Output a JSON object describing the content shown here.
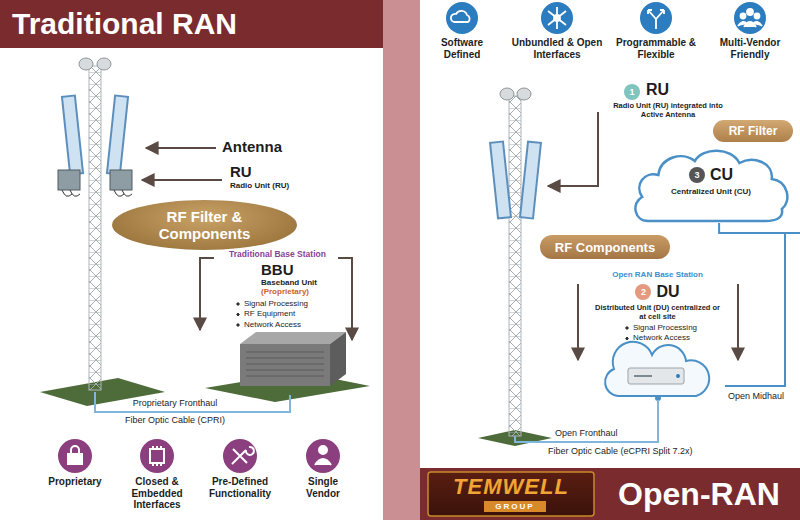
{
  "diagram": {
    "nodes": [
      {
        "text": [
          "Traditional RAN"
        ]
      },
      {
        "text": [
          "RF Filter & Components"
        ]
      },
      {
        "text": [
          "Traditional Base Station",
          "BBU",
          "Baseband Unit",
          "(Proprietary)",
          "Signal Processing",
          "RF Equipment",
          "Network Access"
        ]
      },
      {
        "text": [
          "RF Filter"
        ]
      },
      {
        "text": [
          "3",
          "CU",
          "Centralized Unit (CU)"
        ]
      },
      {
        "text": [
          "RF Components"
        ]
      },
      {
        "text": [
          "Open RAN Base Station",
          "2",
          "DU",
          "Distributed Unit (DU) centralized or at cell site",
          "Signal Processing",
          "Network Access"
        ]
      },
      {
        "text": [
          "Open-RAN"
        ]
      }
    ],
    "edges": [
      {
        "from": 4,
        "to": 6,
        "label": "Open Midhaul",
        "arrow": "none"
      }
    ],
    "labels": [
      "Antenna",
      "RU",
      "Radio Unit (RU)",
      "Proprietary Fronthaul",
      "Fiber Optic Cable (CPRI)",
      "Proprietary",
      "Closed & Embedded Interfaces",
      "Pre-Defined Functionality",
      "Single Vendor",
      "Software Defined",
      "Unbundled & Open Interfaces",
      "Programmable & Flexible",
      "Multi-Vendor Friendly",
      "1",
      "RU",
      "Radio Unit (RU) integrated into Active Antenna",
      "Open Fronthaul",
      "Fiber Optic Cable (eCPRI Split 7.2x)",
      "TEMWELL",
      "GROUP"
    ]
  }
}
